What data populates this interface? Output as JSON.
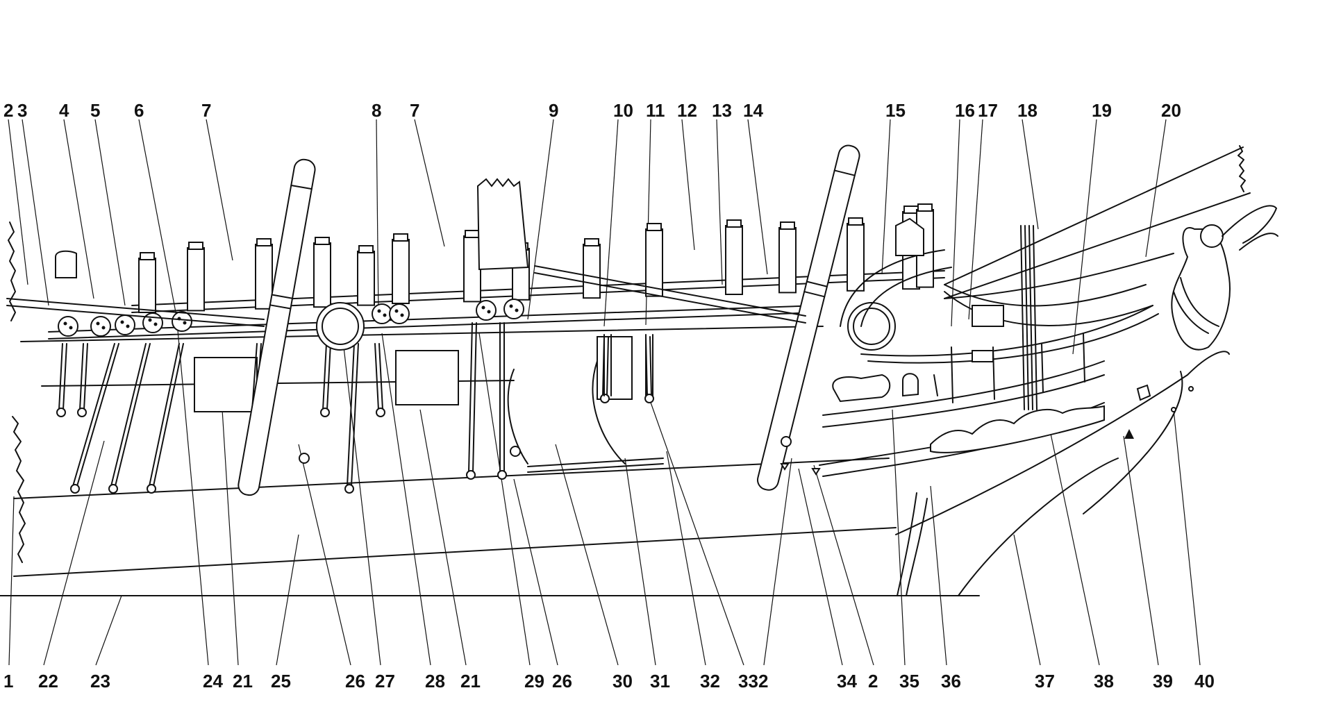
{
  "top_labels": [
    "2",
    "3",
    "4",
    "5",
    "6",
    "7",
    "8",
    "7",
    "9",
    "10",
    "11",
    "12",
    "13",
    "14",
    "15",
    "16",
    "17",
    "18",
    "19",
    "20"
  ],
  "bottom_labels": [
    "1",
    "22",
    "23",
    "24",
    "21",
    "25",
    "26",
    "27",
    "28",
    "21",
    "29",
    "26",
    "30",
    "31",
    "32",
    "33",
    "2",
    "34",
    "2",
    "35",
    "36",
    "37",
    "38",
    "39",
    "40"
  ],
  "colors": {
    "ink": "#111111",
    "paper": "#ffffff"
  }
}
